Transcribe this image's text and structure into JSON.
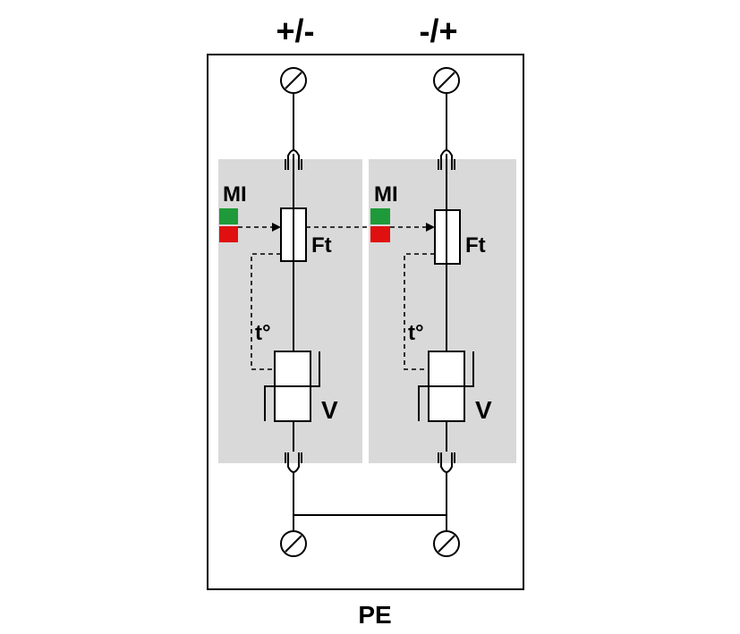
{
  "terminals": {
    "left_label": "+/-",
    "right_label": "-/+",
    "bottom_label": "PE"
  },
  "modules": [
    {
      "indicator_label": "MI",
      "fuse_label": "Ft",
      "thermal_label": "t°",
      "varistor_label": "V"
    },
    {
      "indicator_label": "MI",
      "fuse_label": "Ft",
      "thermal_label": "t°",
      "varistor_label": "V"
    }
  ],
  "colors": {
    "module_fill": "#d9d9d9",
    "indicator_ok": "#1f9a3a",
    "indicator_fault": "#e01010",
    "line": "#000000",
    "background": "#ffffff"
  }
}
